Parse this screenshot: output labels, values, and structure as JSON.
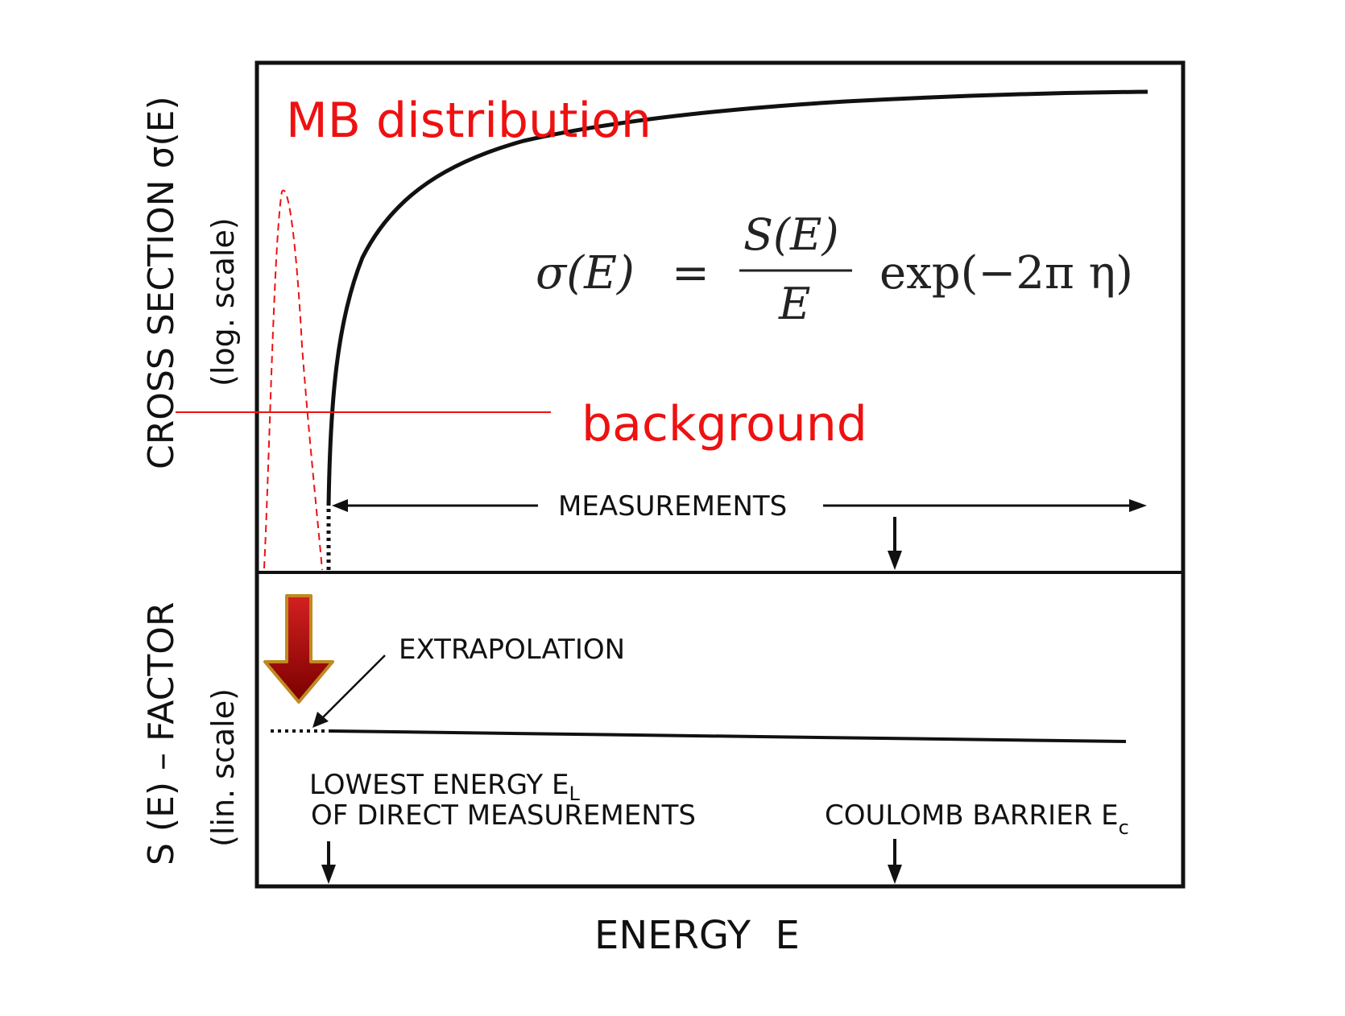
{
  "colors": {
    "ink": "#111111",
    "annotation_red": "#ee1111",
    "arrow_red_top": "#d42020",
    "arrow_red_bottom": "#7a0000",
    "arrow_outline": "#c08a20"
  },
  "labels": {
    "y_upper_line1": "CROSS SECTION σ(E)",
    "y_upper_line2": "(log. scale)",
    "y_lower_line1": "S (E) – FACTOR",
    "y_lower_line2": "(lin. scale)",
    "x_axis": "ENERGY  E",
    "measurements": "MEASUREMENTS",
    "extrapolation": "EXTRAPOLATION",
    "lowest_energy_line1": "LOWEST  ENERGY  E",
    "lowest_energy_sub": "L",
    "lowest_energy_line2": "OF  DIRECT  MEASUREMENTS",
    "coulomb": "COULOMB  BARRIER  E",
    "coulomb_sub": "c",
    "mb_distribution": "MB distribution",
    "background": "background"
  },
  "formula": {
    "lhs": "σ(E)",
    "equals": "=",
    "numerator": "S(E)",
    "denominator": "E",
    "rhs": "exp(−2π η)"
  },
  "icons": {
    "down_arrow": "red-down-arrow-icon"
  }
}
